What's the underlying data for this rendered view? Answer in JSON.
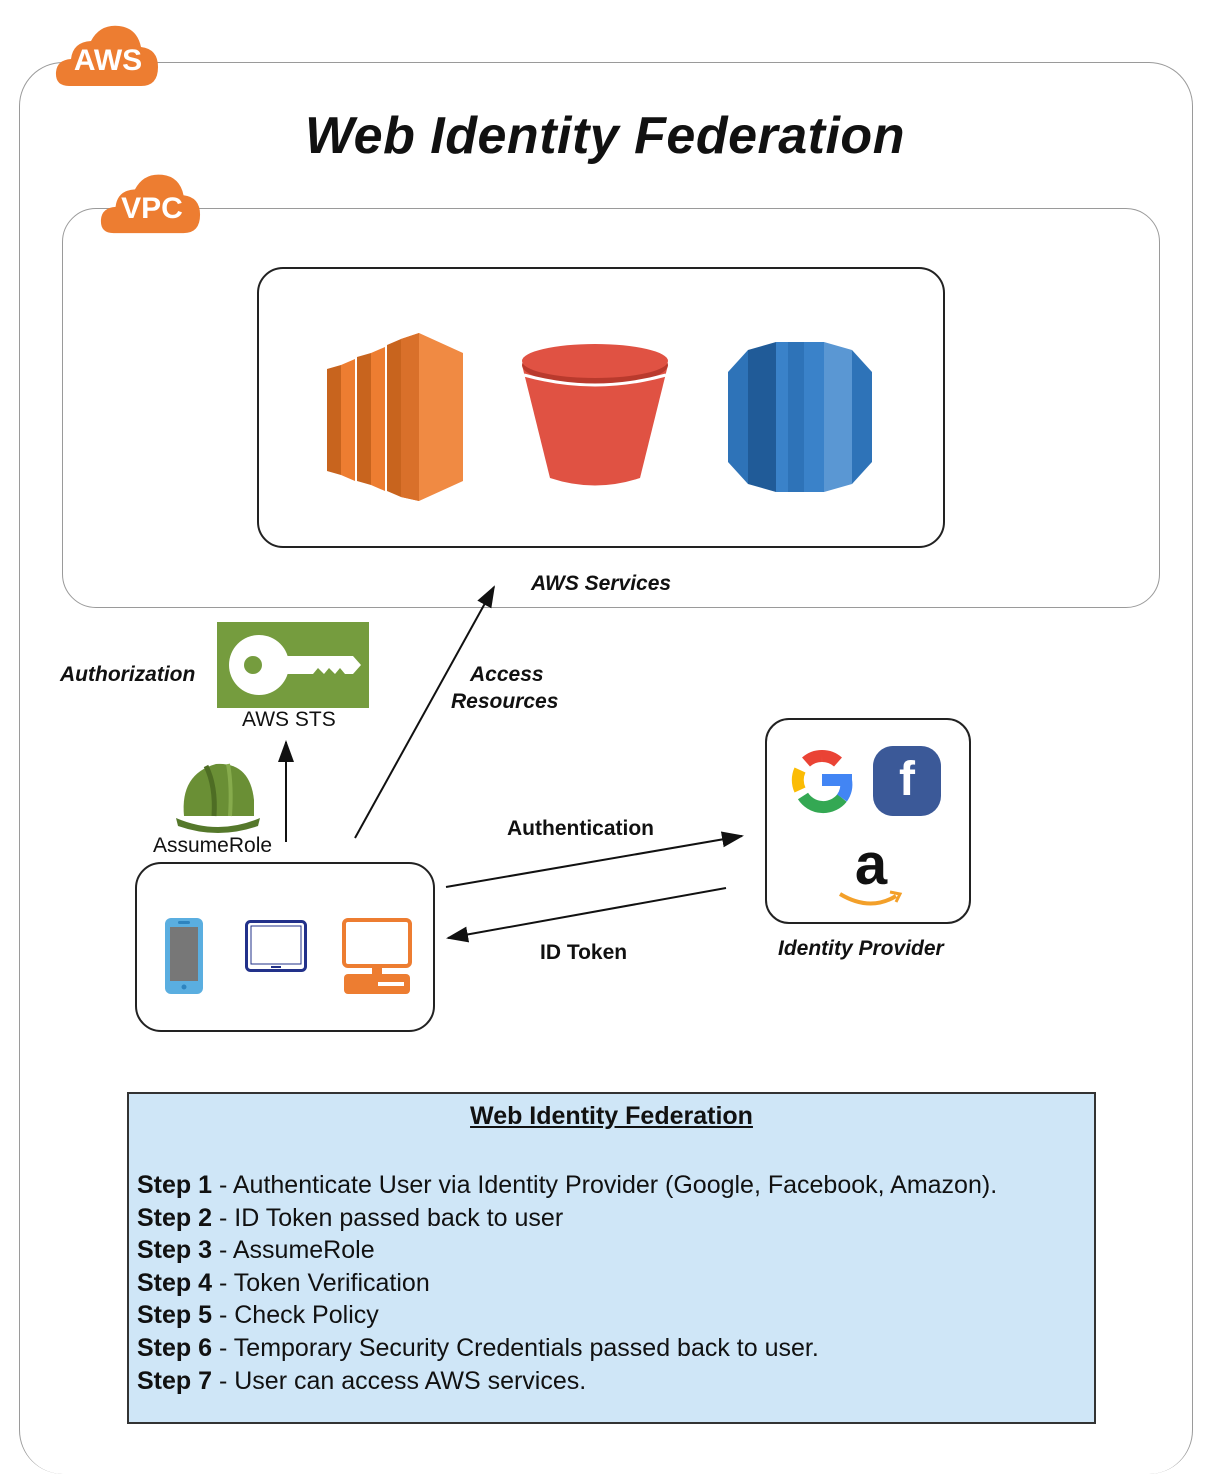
{
  "clouds": {
    "aws": "AWS",
    "vpc": "VPC"
  },
  "title": "Web Identity Federation",
  "services": {
    "caption": "AWS Services"
  },
  "sts": {
    "side_label": "Authorization",
    "name": "AWS STS"
  },
  "assume_role": {
    "label": "AssumeRole"
  },
  "access": {
    "line1": "Access",
    "line2": "Resources"
  },
  "authentication": {
    "label": "Authentication"
  },
  "id_token": {
    "label": "ID Token"
  },
  "identity_provider": {
    "caption": "Identity Provider",
    "facebook_glyph": "f",
    "amazon_glyph": "a"
  },
  "colors": {
    "aws_orange": "#ed7d31",
    "sts_green": "#759c3e",
    "steps_bg": "#cfe6f7",
    "s3_red": "#e05243",
    "rds_blue": "#2e73b8"
  },
  "steps_panel": {
    "title": "Web Identity Federation",
    "steps": [
      {
        "label": "Step 1",
        "text": " - Authenticate User via Identity Provider (Google, Facebook, Amazon)."
      },
      {
        "label": "Step 2",
        "text": " - ID Token passed back to user"
      },
      {
        "label": "Step 3",
        "text": " - AssumeRole"
      },
      {
        "label": "Step 4",
        "text": " - Token Verification"
      },
      {
        "label": "Step 5",
        "text": " - Check Policy"
      },
      {
        "label": "Step 6",
        "text": " - Temporary Security Credentials passed back to user."
      },
      {
        "label": "Step 7",
        "text": " - User can access AWS services."
      }
    ]
  }
}
